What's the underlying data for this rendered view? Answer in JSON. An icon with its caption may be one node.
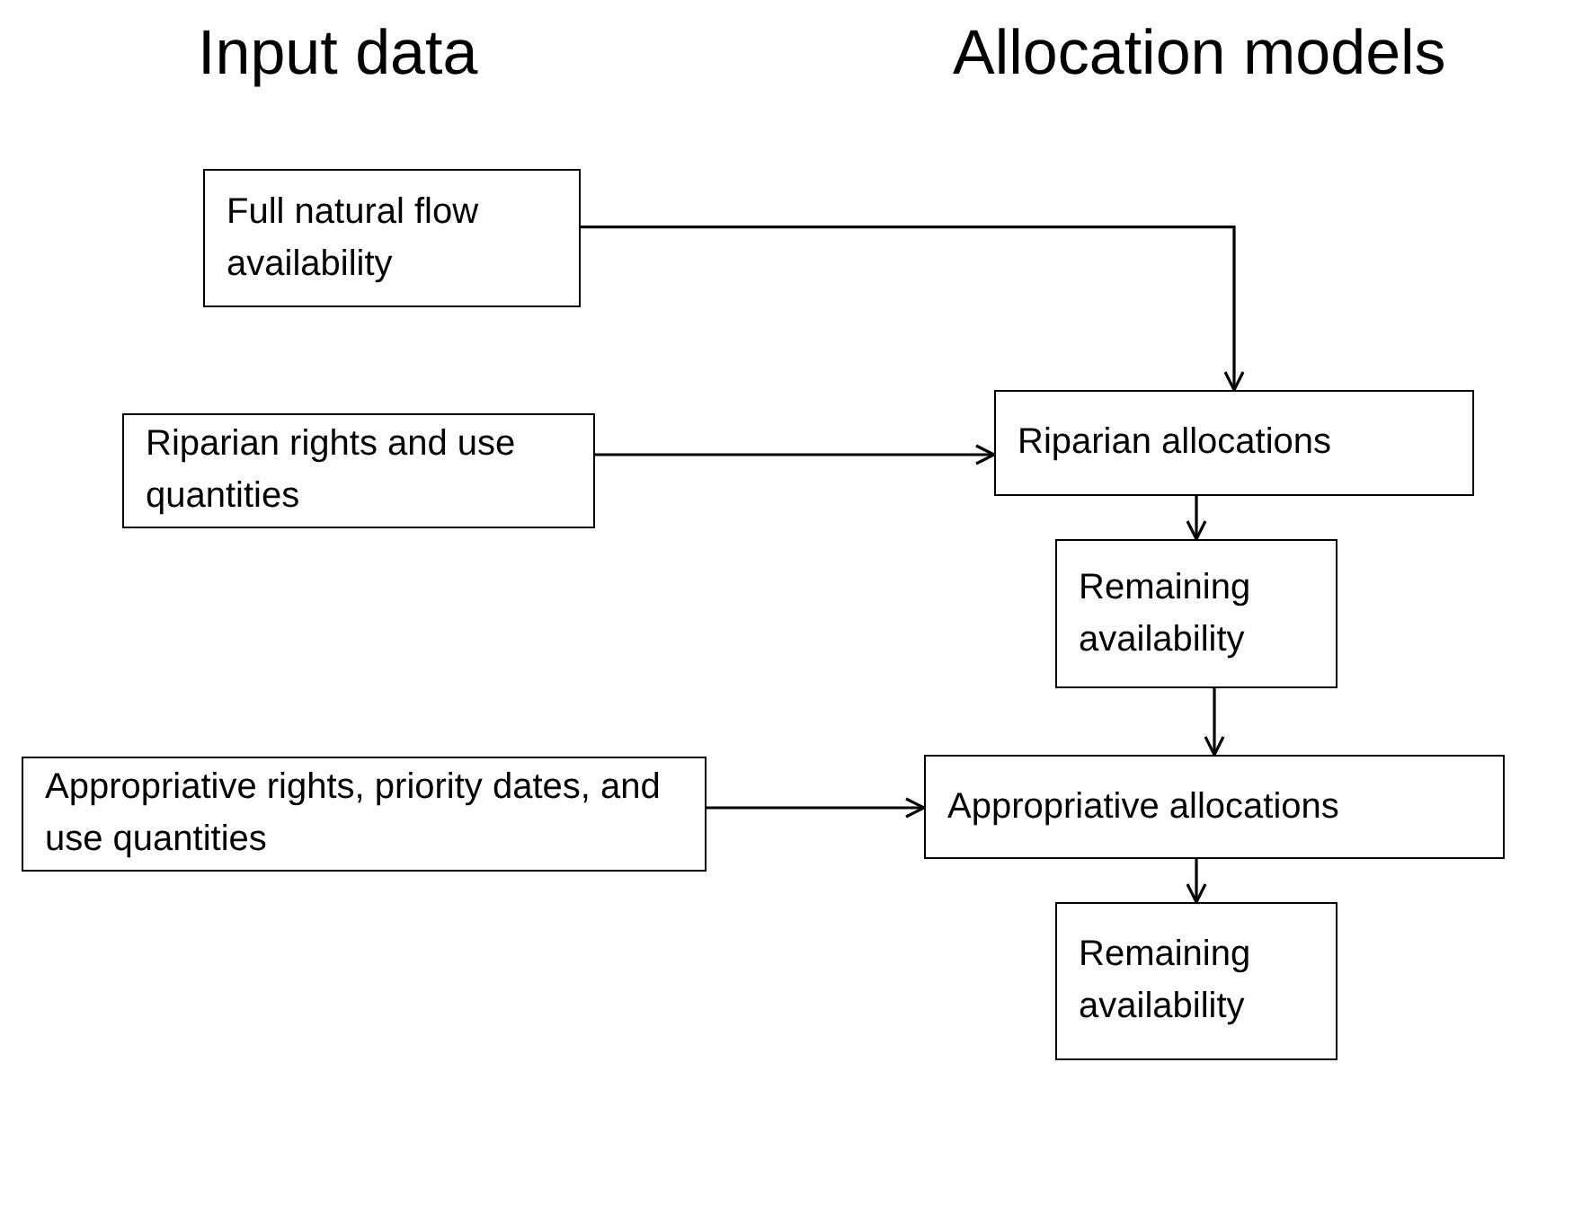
{
  "diagram": {
    "nodes": [
      {
        "text": [
          "Full natural flow availability"
        ]
      },
      {
        "text": [
          "Riparian rights and use quantities"
        ]
      },
      {
        "text": [
          "Riparian allocations"
        ]
      },
      {
        "text": [
          "Remaining availability"
        ]
      },
      {
        "text": [
          "Appropriative rights, priority dates, and use quantities"
        ]
      },
      {
        "text": [
          "Appropriative allocations"
        ]
      },
      {
        "text": [
          "Remaining availability"
        ]
      }
    ],
    "edges": [
      {
        "from": 0,
        "to": 2,
        "arrow": "to"
      },
      {
        "from": 1,
        "to": 2,
        "arrow": "to"
      },
      {
        "from": 2,
        "to": 3,
        "arrow": "to"
      },
      {
        "from": 3,
        "to": 5,
        "arrow": "to"
      },
      {
        "from": 4,
        "to": 5,
        "arrow": "to"
      },
      {
        "from": 5,
        "to": 6,
        "arrow": "to"
      }
    ],
    "labels": [
      "Input data",
      "Allocation models"
    ]
  }
}
